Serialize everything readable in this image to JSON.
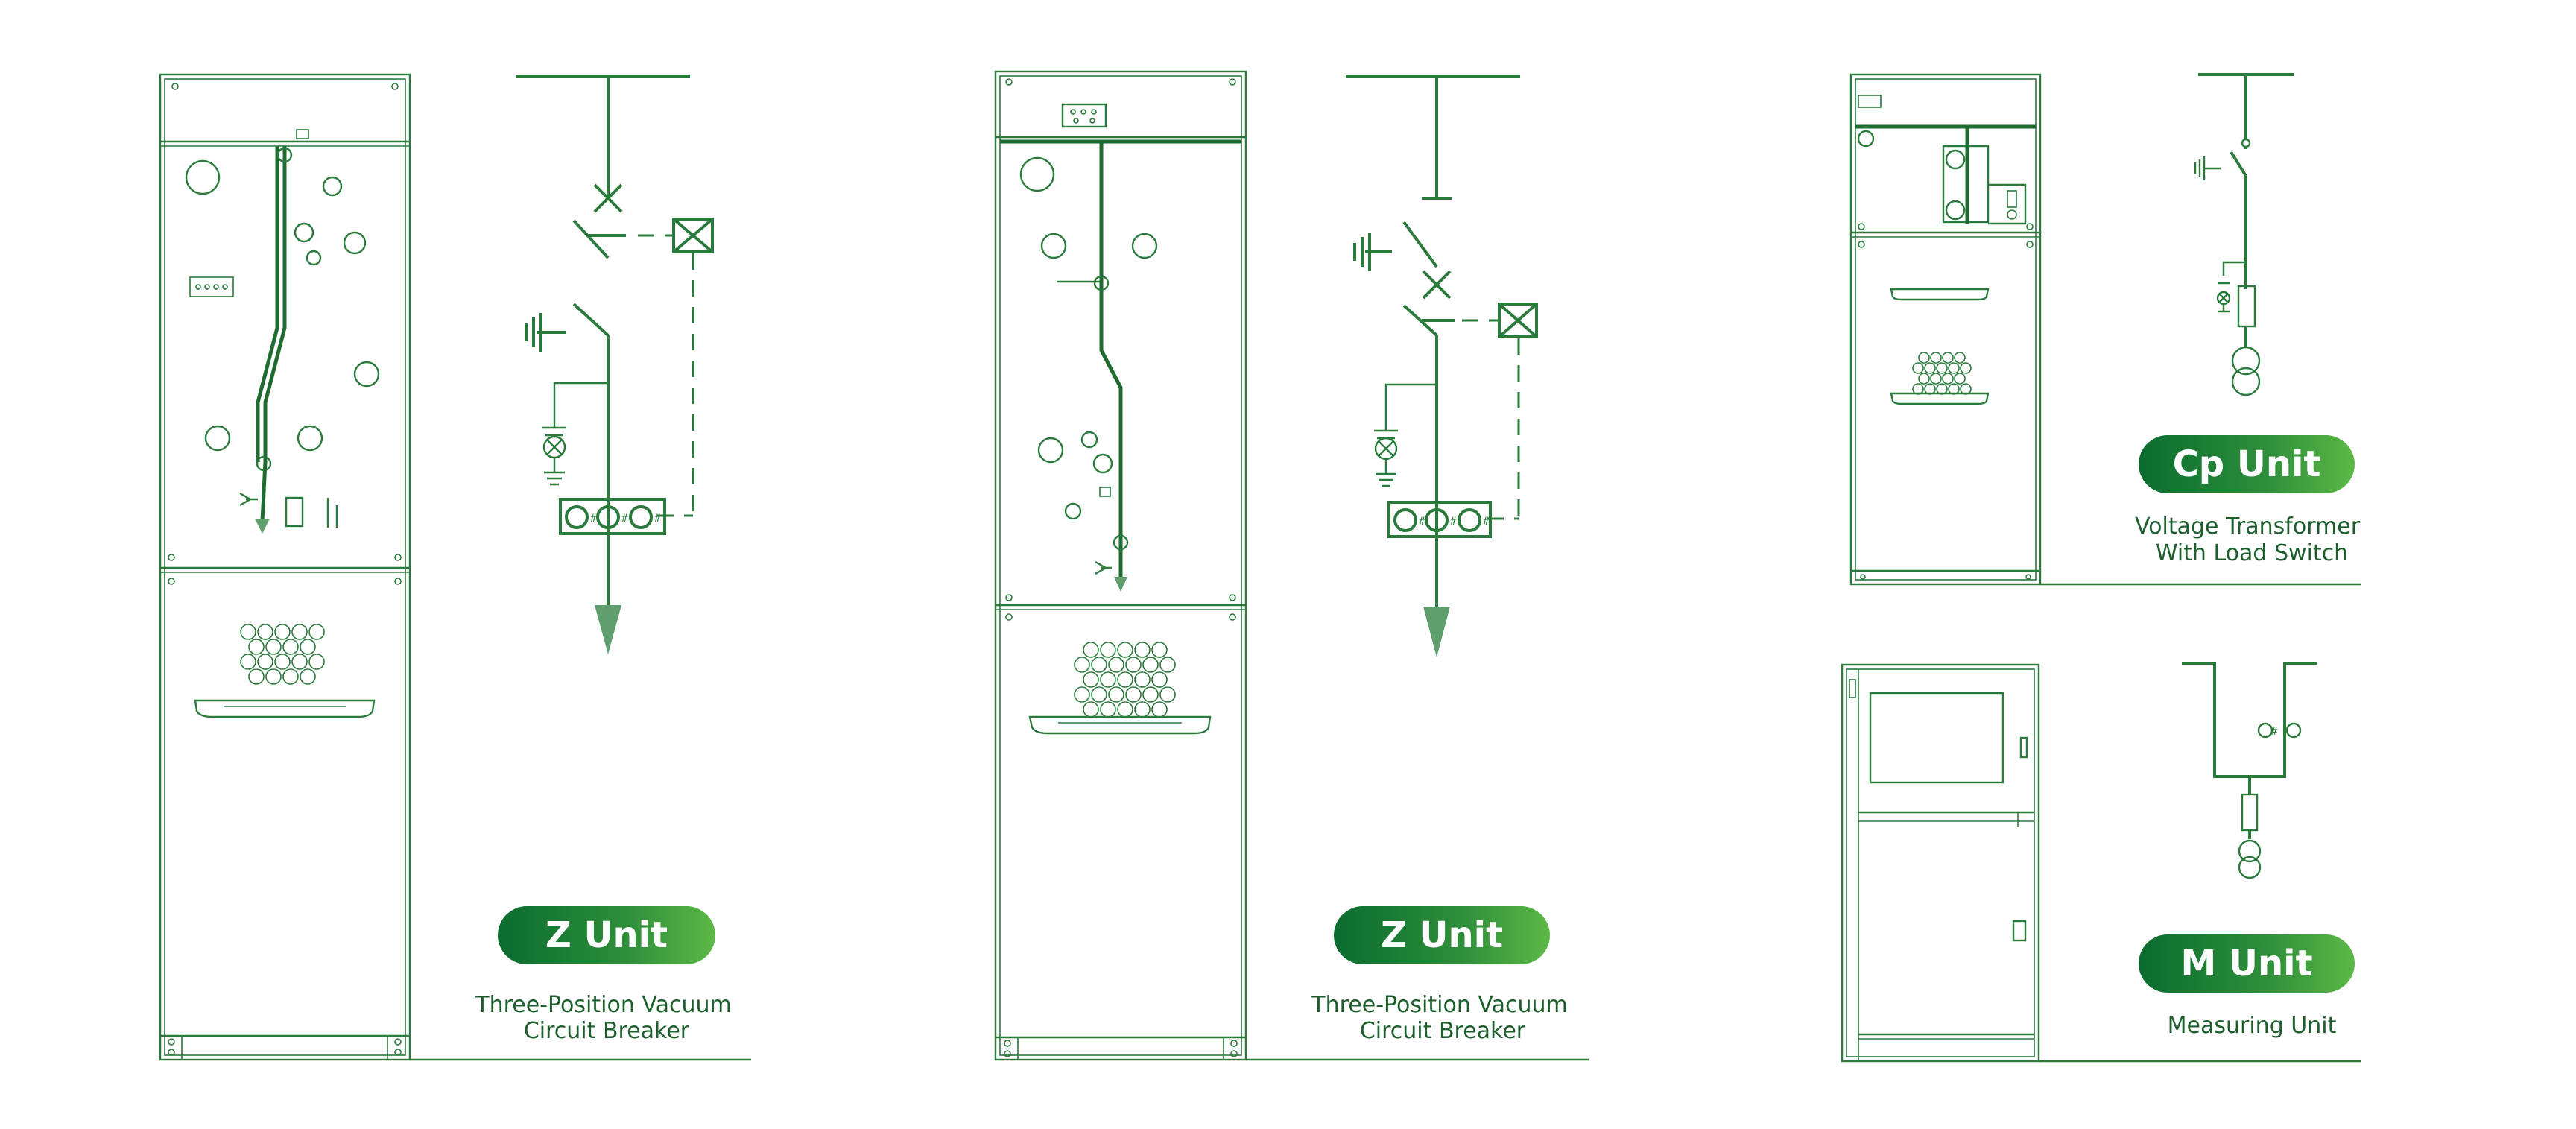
{
  "colors": {
    "line": "#2a7a3c",
    "accent": "#1f6b30",
    "badge_start": "#0b6b2f",
    "badge_end": "#5cb846",
    "caption": "#1d5e2d",
    "background": "#ffffff"
  },
  "units": [
    {
      "badge": "Z Unit",
      "caption_line1": "Three-Position Vacuum",
      "caption_line2": "Circuit Breaker"
    },
    {
      "badge": "Z Unit",
      "caption_line1": "Three-Position Vacuum",
      "caption_line2": "Circuit Breaker"
    },
    {
      "badge": "Cp Unit",
      "caption_line1": "Voltage Transformer",
      "caption_line2": "With Load Switch"
    },
    {
      "badge": "M Unit",
      "caption_line1": "Measuring Unit",
      "caption_line2": ""
    }
  ],
  "icons": [
    "cabinet-panel",
    "single-line-schematic",
    "ventilation-grille",
    "handle",
    "earthing-switch-symbol",
    "vacuum-breaker-symbol",
    "current-transformer-symbol",
    "voltage-transformer-symbol",
    "fuse-symbol",
    "indicator-lamp-symbol"
  ]
}
